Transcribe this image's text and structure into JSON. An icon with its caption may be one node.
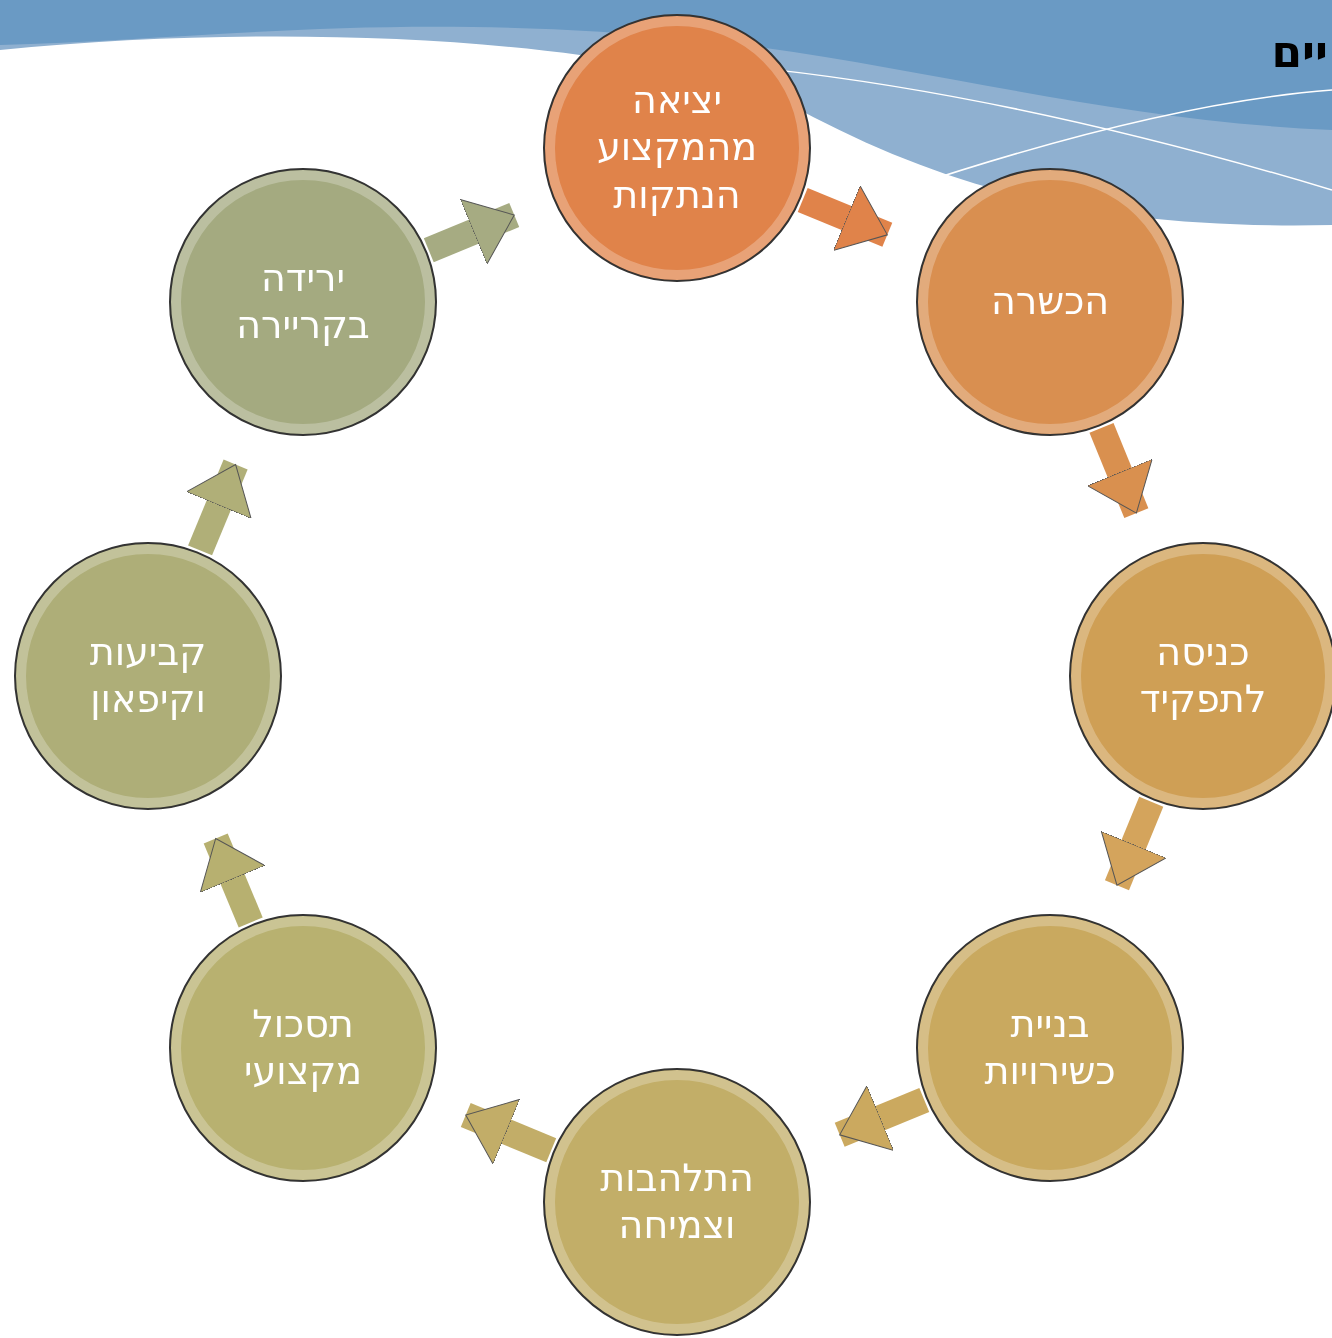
{
  "diagram": {
    "title": "יים",
    "nodes": [
      {
        "text": [
          "יציאה מהמקצוע הנתקות"
        ]
      },
      {
        "text": [
          "הכשרה"
        ]
      },
      {
        "text": [
          "כניסה לתפקיד"
        ]
      },
      {
        "text": [
          "בניית כשירויות"
        ]
      },
      {
        "text": [
          "התלהבות וצמיחה"
        ]
      },
      {
        "text": [
          "תסכול מקצועי"
        ]
      },
      {
        "text": [
          "קביעות וקיפאון"
        ]
      },
      {
        "text": [
          "ירידה בקריירה"
        ]
      }
    ],
    "edges": [
      {
        "from": 0,
        "to": 1,
        "arrow": "to",
        "color": "#e0834a"
      },
      {
        "from": 1,
        "to": 2,
        "arrow": "to",
        "color": "#d9904f"
      },
      {
        "from": 2,
        "to": 3,
        "arrow": "to",
        "color": "#d4a45c"
      },
      {
        "from": 3,
        "to": 4,
        "arrow": "to",
        "color": "#cba95f"
      },
      {
        "from": 4,
        "to": 5,
        "arrow": "to",
        "color": "#c2ad68"
      },
      {
        "from": 5,
        "to": 6,
        "arrow": "to",
        "color": "#b7b070"
      },
      {
        "from": 6,
        "to": 7,
        "arrow": "to",
        "color": "#b0af78"
      },
      {
        "from": 7,
        "to": 0,
        "arrow": "to",
        "color": "#a6ab82"
      }
    ]
  }
}
